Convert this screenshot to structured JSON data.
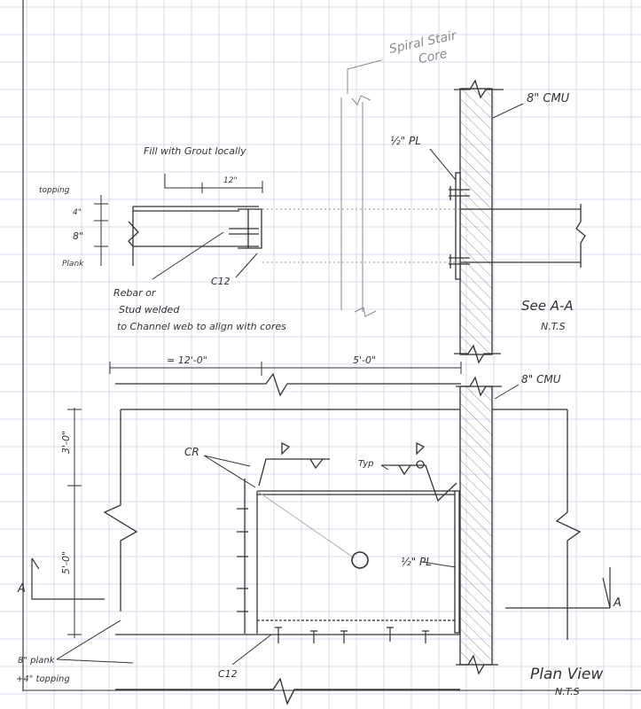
{
  "grid": {
    "line_color": "#c9d2ea",
    "ink_color": "#2b2b2b",
    "pencil_color": "#8a8a8a"
  },
  "section": {
    "spiral_note_line1": "Spiral Stair",
    "spiral_note_line2": "Core",
    "cmu_label": "8\" CMU",
    "plate_label": "½\" PL",
    "grout_note": "Fill with Grout locally",
    "grout_dim": "12\"",
    "topping_label": "topping",
    "dim_4": "4\"",
    "dim_8": "8\"",
    "plank_label": "Plank",
    "channel_label": "C12",
    "rebar_line1": "Rebar or",
    "rebar_line2": "Stud welded",
    "rebar_line3": "to Channel web to align with cores",
    "see_label": "See A-A",
    "see_scale": "N.T.S"
  },
  "plan": {
    "dim_left": "≃ 12'-0\"",
    "dim_right": "5'-0\"",
    "cmu_label": "8\" CMU",
    "dim_3ft": "3'-0\"",
    "dim_5ft": "5'-0\"",
    "cr_label": "CR",
    "typ_label": "Typ",
    "plate_label": "½\" PL",
    "section_mark_left": "A",
    "section_mark_right": "A",
    "plank_label_line1": "8\" plank",
    "plank_label_line2": "+4\" topping",
    "channel_label": "C12",
    "title": "Plan View",
    "scale": "N.T.S"
  }
}
